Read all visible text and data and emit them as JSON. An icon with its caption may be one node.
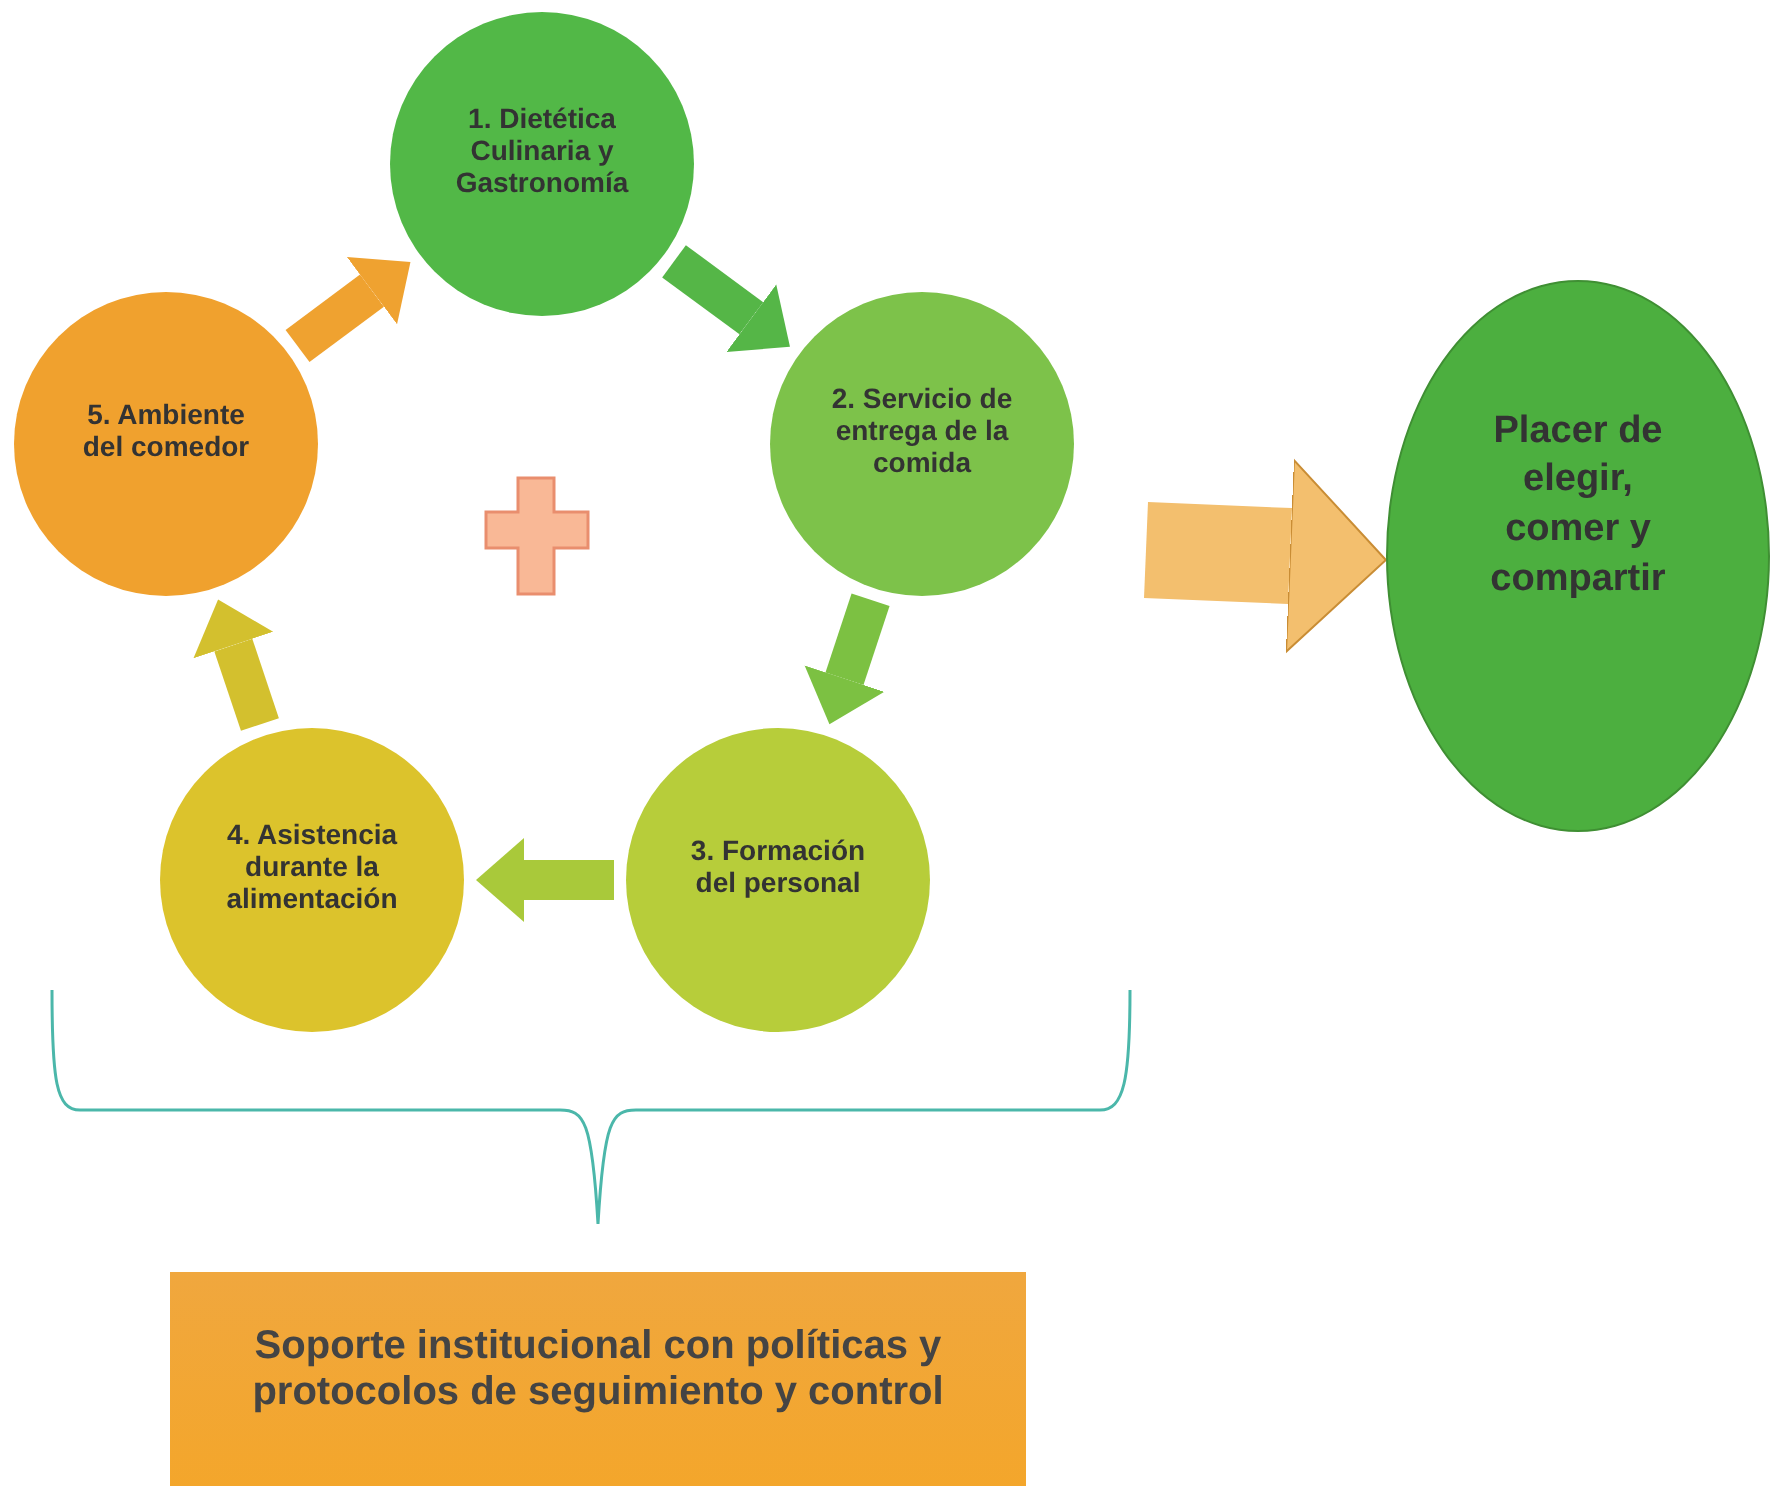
{
  "diagram": {
    "nodes": [
      {
        "text": [
          "1. Dietética Culinaria y Gastronomía"
        ]
      },
      {
        "text": [
          "2. Servicio de entrega de la comida"
        ]
      },
      {
        "text": [
          "3. Formación del personal"
        ]
      },
      {
        "text": [
          "4. Asistencia durante la alimentación"
        ]
      },
      {
        "text": [
          "5. Ambiente del comedor"
        ]
      },
      {
        "text": [
          "Placer de elegir, comer y compartir"
        ]
      },
      {
        "text": [
          "Soporte institucional con políticas y protocolos de seguimiento y control"
        ]
      }
    ],
    "edges": [
      {
        "from": 0,
        "to": 1,
        "arrow": "to",
        "color": "#55b647"
      },
      {
        "from": 1,
        "to": 2,
        "arrow": "to",
        "color": "#7cc142"
      },
      {
        "from": 2,
        "to": 3,
        "arrow": "to",
        "color": "#a9c93a"
      },
      {
        "from": 3,
        "to": 4,
        "arrow": "to",
        "color": "#d3c02e"
      },
      {
        "from": 4,
        "to": 0,
        "arrow": "to",
        "color": "#efa230"
      },
      {
        "from": null,
        "to": 5,
        "arrow": "to",
        "style": "thick",
        "color": "#f3bf6e"
      }
    ]
  }
}
